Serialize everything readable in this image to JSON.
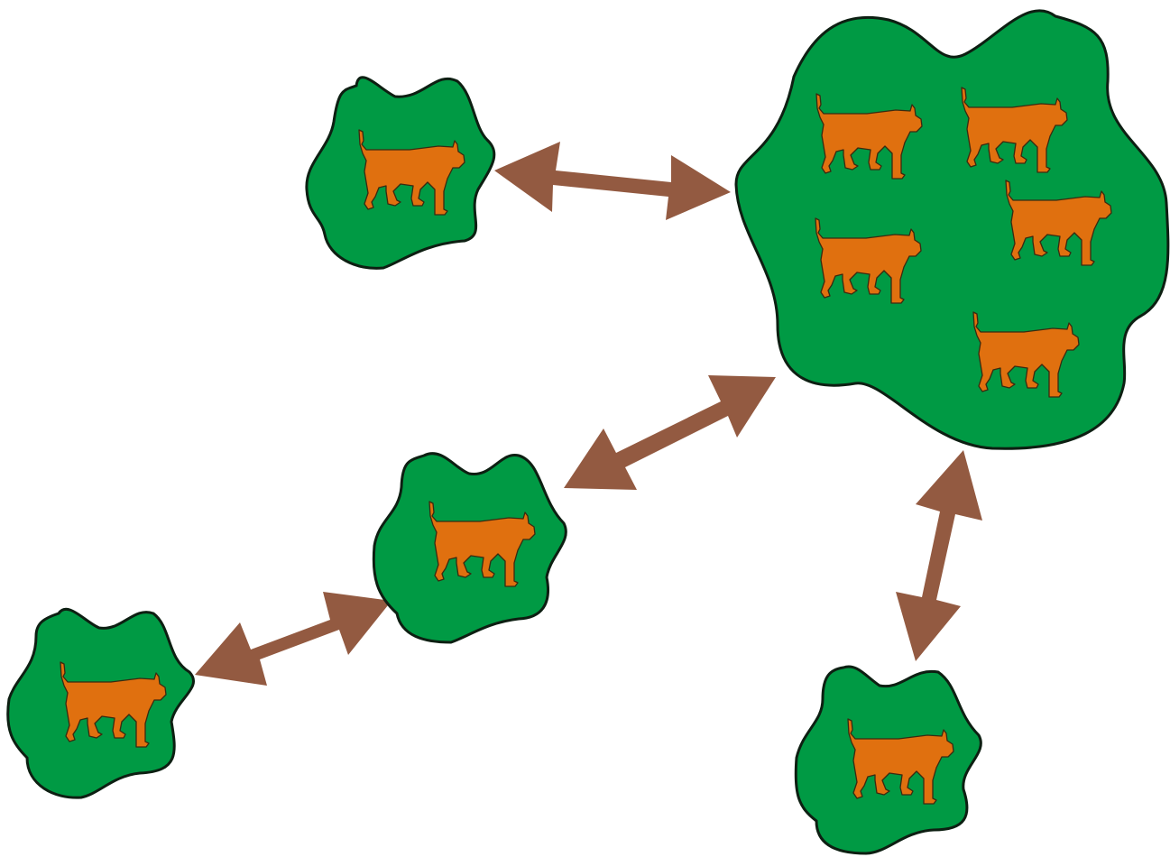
{
  "diagram": {
    "type": "metapopulation-connectivity",
    "colors": {
      "background": "#ffffff",
      "habitat_fill": "#009a44",
      "habitat_stroke": "#0d1f12",
      "animal_fill": "#e0700f",
      "animal_stroke": "#3a2a10",
      "arrow_fill": "#935a41"
    },
    "habitat_patches": [
      {
        "id": "patch-large",
        "size": "large",
        "animal_count": 5
      },
      {
        "id": "patch-top-small",
        "size": "small",
        "animal_count": 1
      },
      {
        "id": "patch-middle",
        "size": "small",
        "animal_count": 1
      },
      {
        "id": "patch-bottom-left",
        "size": "small",
        "animal_count": 1
      },
      {
        "id": "patch-bottom-right",
        "size": "small",
        "animal_count": 1
      }
    ],
    "connections": [
      {
        "from": "patch-top-small",
        "to": "patch-large",
        "direction": "bidirectional"
      },
      {
        "from": "patch-middle",
        "to": "patch-large",
        "direction": "bidirectional"
      },
      {
        "from": "patch-bottom-left",
        "to": "patch-middle",
        "direction": "bidirectional"
      },
      {
        "from": "patch-bottom-right",
        "to": "patch-large",
        "direction": "bidirectional"
      }
    ],
    "icons": {
      "animal": "lynx-icon",
      "connection": "double-headed-arrow-icon"
    }
  }
}
